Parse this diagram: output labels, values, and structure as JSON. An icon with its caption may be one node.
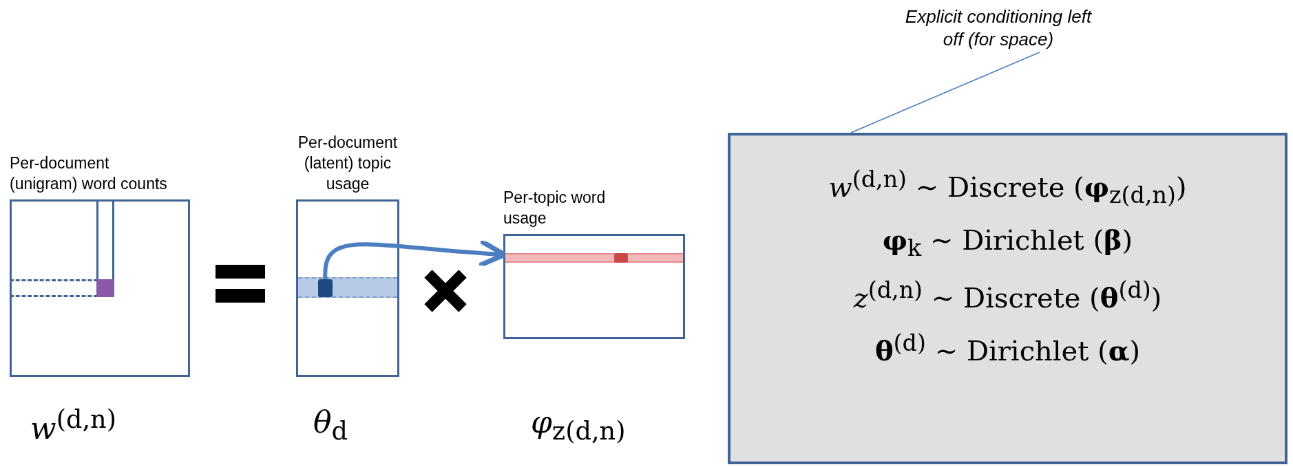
{
  "diagram": {
    "nodes": [
      {
        "text": [
          "Per-document (unigram) word counts"
        ],
        "beside": [
          "*w*$^{(d,n)}$"
        ]
      },
      {
        "text": [
          "Per-document (latent) topic usage"
        ],
        "beside": [
          "*θ*$_{d}$"
        ]
      },
      {
        "text": [],
        "shape": "box",
        "in": 1
      },
      {
        "text": [
          "Per-topic word usage"
        ],
        "beside": [
          "*φ*$_{z(d,n)}$"
        ]
      },
      {
        "text": [],
        "shape": "box",
        "in": 3
      },
      {
        "text": [
          "Explicit conditioning left off (for space)"
        ]
      },
      {
        "text": [
          "*w*$^{(d,n)}$ ∼ Discrete (**φ**$_{z(d,n)}$)",
          "**φ**$_{k}$ ∼ Dirichlet (**β**)",
          "*z*$^{(d,n)}$ ∼ Discrete (**θ**$^{(d)}$)",
          "**θ**$^{(d)}$ ∼ Dirichlet (**α**)"
        ]
      }
    ],
    "edges": [
      {
        "from": 2,
        "to": 3,
        "arrow": "to",
        "style": "thick"
      },
      {
        "from": 5,
        "to": 6,
        "arrow": "none"
      }
    ]
  }
}
